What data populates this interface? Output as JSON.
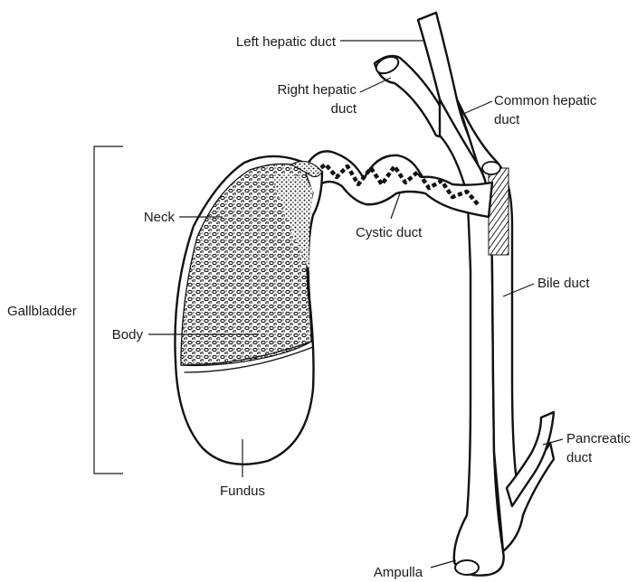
{
  "labels": {
    "left_hepatic_duct": "Left hepatic duct",
    "right_hepatic_duct_1": "Right hepatic",
    "right_hepatic_duct_2": "duct",
    "common_hepatic_duct_1": "Common hepatic",
    "common_hepatic_duct_2": "duct",
    "neck": "Neck",
    "cystic_duct": "Cystic duct",
    "gallbladder": "Gallbladder",
    "body": "Body",
    "bile_duct": "Bile duct",
    "pancreatic_duct_1": "Pancreatic",
    "pancreatic_duct_2": "duct",
    "fundus": "Fundus",
    "ampulla": "Ampulla"
  },
  "colors": {
    "ink": "#111111",
    "paper": "#ffffff"
  }
}
